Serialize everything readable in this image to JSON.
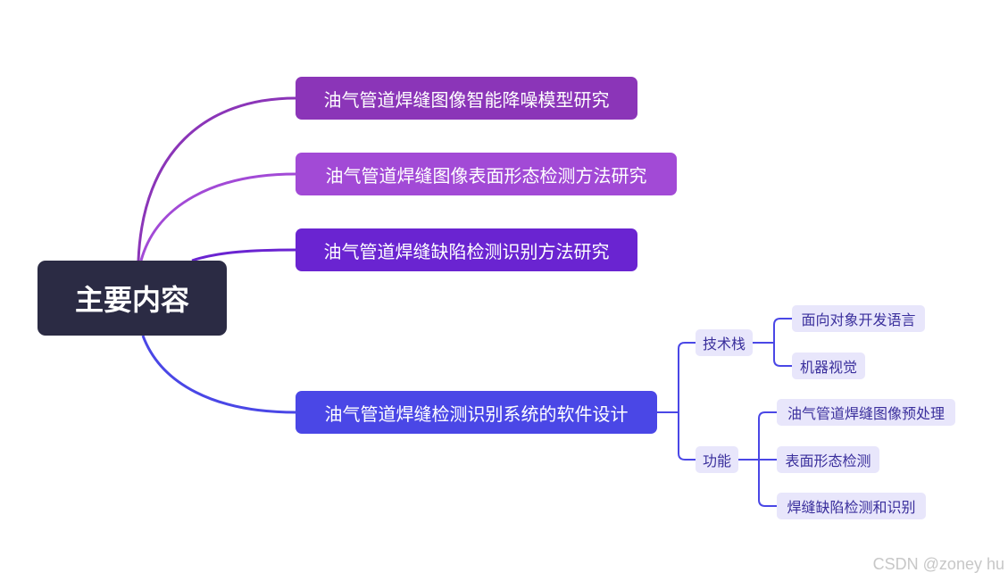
{
  "root": {
    "label": "主要内容",
    "color": "#2b2b44"
  },
  "branches": [
    {
      "label": "油气管道焊缝图像智能降噪模型研究",
      "color": "#8b35b8"
    },
    {
      "label": "油气管道焊缝图像表面形态检测方法研究",
      "color": "#a24ad6"
    },
    {
      "label": "油气管道焊缝缺陷检测识别方法研究",
      "color": "#6a24d1"
    },
    {
      "label": "油气管道焊缝检测识别系统的软件设计",
      "color": "#4a47e6",
      "children": [
        {
          "label": "技术栈",
          "children": [
            {
              "label": "面向对象开发语言"
            },
            {
              "label": "机器视觉"
            }
          ]
        },
        {
          "label": "功能",
          "children": [
            {
              "label": "油气管道焊缝图像预处理"
            },
            {
              "label": "表面形态检测"
            },
            {
              "label": "焊缝缺陷检测和识别"
            }
          ]
        }
      ]
    }
  ],
  "colors": {
    "leaf_background": "#e8e6fb",
    "leaf_text": "#3a2f9c",
    "connector_blue": "#4a47e6"
  },
  "watermark": "CSDN @zoney hu"
}
